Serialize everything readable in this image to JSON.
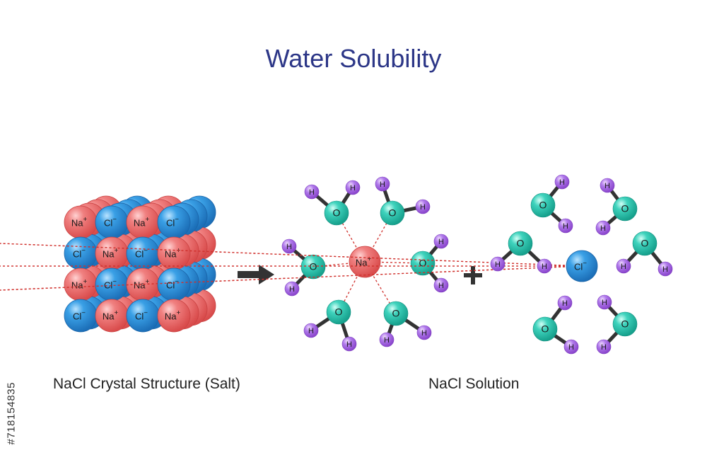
{
  "title": "Water Solubility",
  "captions": {
    "crystal": "NaCl Crystal Structure (Salt)",
    "solution": "NaCl Solution"
  },
  "symbols": {
    "arrow": "arrow-right",
    "plus": "+"
  },
  "labels": {
    "sodium": "Na",
    "sodium_charge": "+",
    "chloride": "Cl",
    "chloride_charge": "−",
    "oxygen": "O",
    "hydrogen": "H"
  },
  "stock_id": "#718154835",
  "crystal_grid": [
    [
      "Na",
      "Cl",
      "Na",
      "Cl"
    ],
    [
      "Cl",
      "Na",
      "Cl",
      "Na"
    ],
    [
      "Na",
      "Cl",
      "Na",
      "Cl"
    ],
    [
      "Cl",
      "Na",
      "Cl",
      "Na"
    ]
  ],
  "colors": {
    "sodium": "#ec6b6b",
    "chloride": "#2f8fd6",
    "oxygen": "#2ec4b0",
    "hydrogen": "#a45ee0",
    "bond_dashed": "#d0312d",
    "title": "#2c3687"
  }
}
